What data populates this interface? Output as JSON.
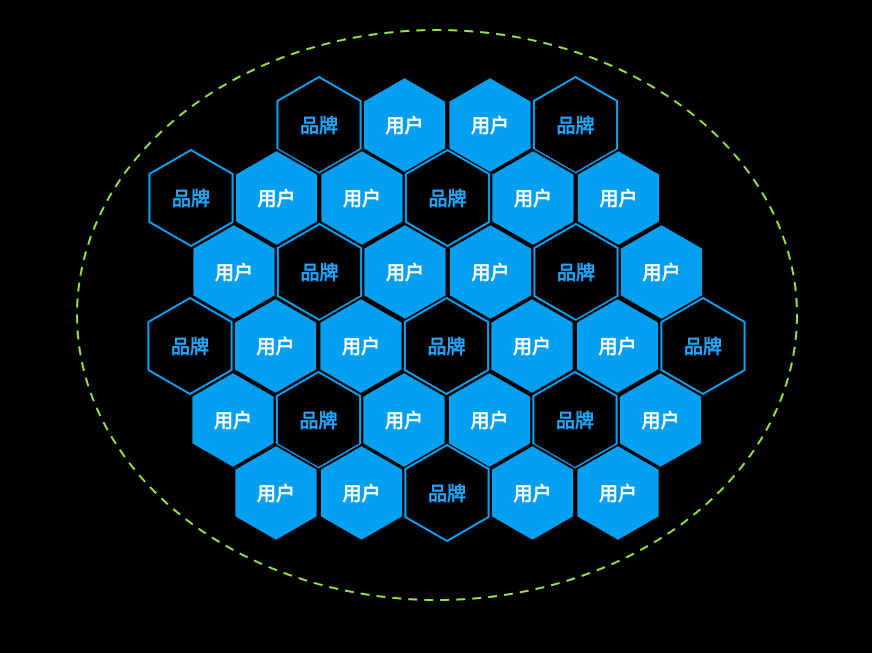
{
  "colors": {
    "background": "#000000",
    "user_fill": "#039ff0",
    "user_text": "#ffffff",
    "brand_stroke": "#0aa3f5",
    "brand_text": "#1ea6ff",
    "boundary": "#8fe840"
  },
  "labels": {
    "user": "用户",
    "brand": "品牌"
  },
  "rows": [
    [
      "brand",
      "user",
      "user",
      "brand"
    ],
    [
      "brand",
      "user",
      "user",
      "brand",
      "user",
      "user"
    ],
    [
      "user",
      "brand",
      "user",
      "user",
      "brand",
      "user"
    ],
    [
      "brand",
      "user",
      "user",
      "brand",
      "user",
      "user",
      "brand"
    ],
    [
      "user",
      "brand",
      "user",
      "user",
      "brand",
      "user"
    ],
    [
      "user",
      "user",
      "brand",
      "user",
      "user"
    ]
  ]
}
